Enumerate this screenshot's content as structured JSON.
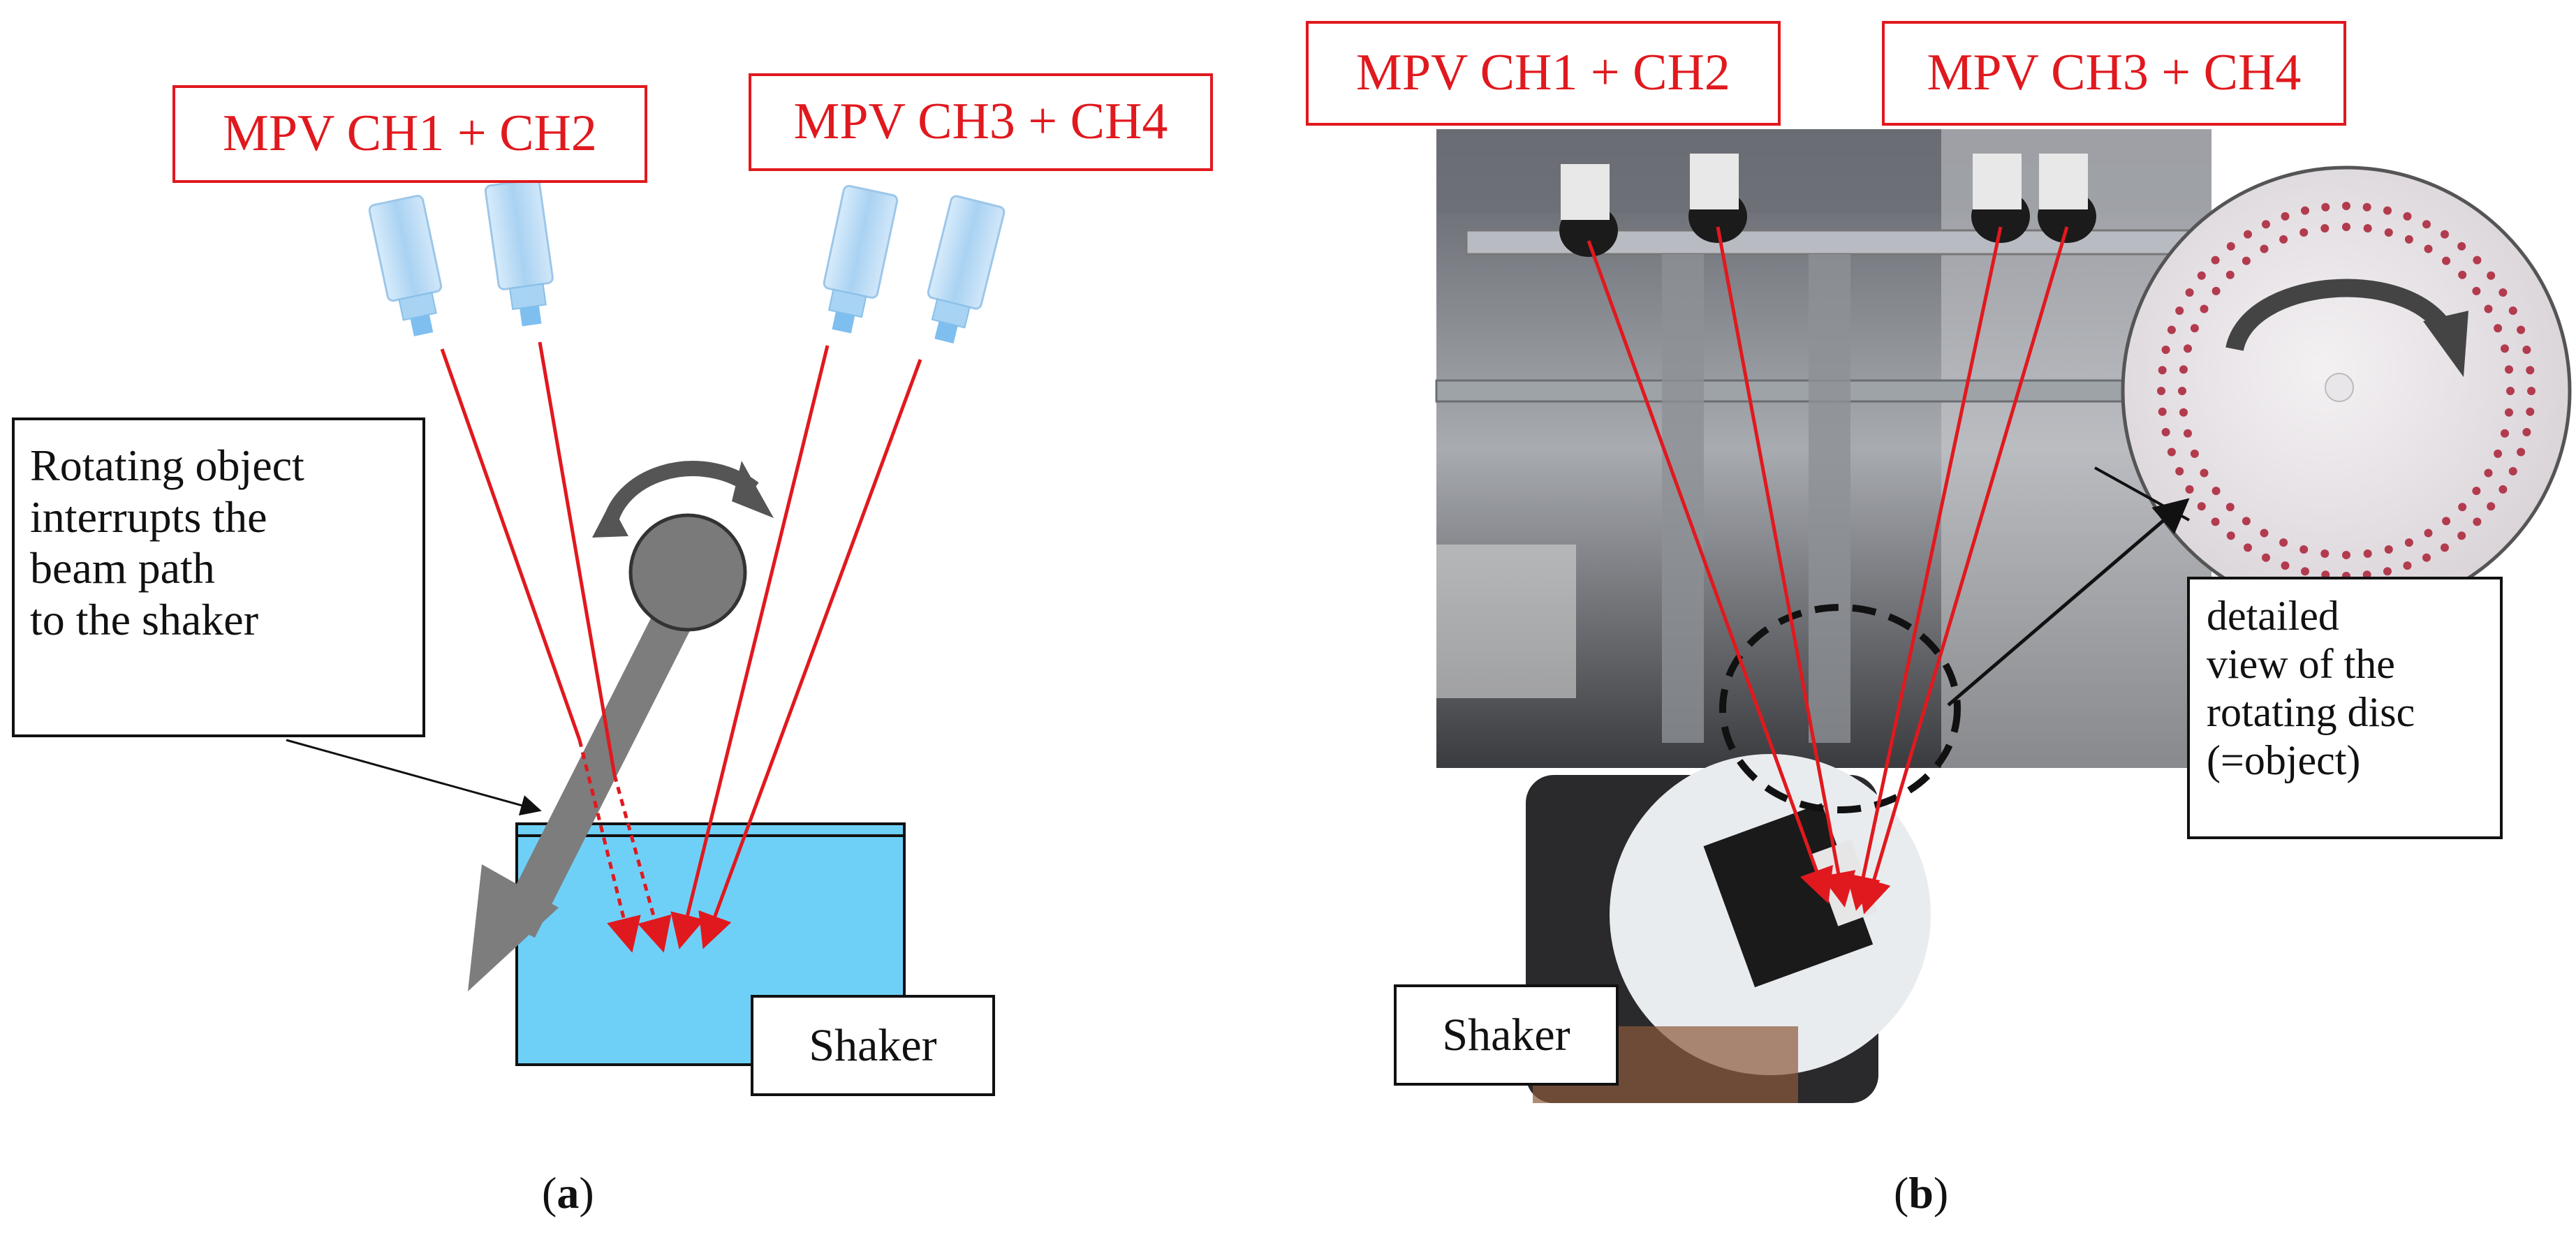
{
  "panel_a": {
    "mpv_left_label": "MPV CH1 + CH2",
    "mpv_right_label": "MPV CH3 + CH4",
    "note_line1": "Rotating object",
    "note_line2": "interrupts the",
    "note_line3": "beam path",
    "note_line4": "to the shaker",
    "shaker_label": "Shaker",
    "caption": "a"
  },
  "panel_b": {
    "mpv_left_label": "MPV CH1 + CH2",
    "mpv_right_label": "MPV CH3 + CH4",
    "detail_line1": "detailed",
    "detail_line2": "view of the",
    "detail_line3": "rotating disc",
    "detail_line4": "(=object)",
    "shaker_label": "Shaker",
    "caption": "b"
  },
  "colors": {
    "laser": "#e0191e",
    "shaker": "#6fd0f7",
    "rotor": "#8a8a8a",
    "sensor": "#b9dbf5"
  }
}
